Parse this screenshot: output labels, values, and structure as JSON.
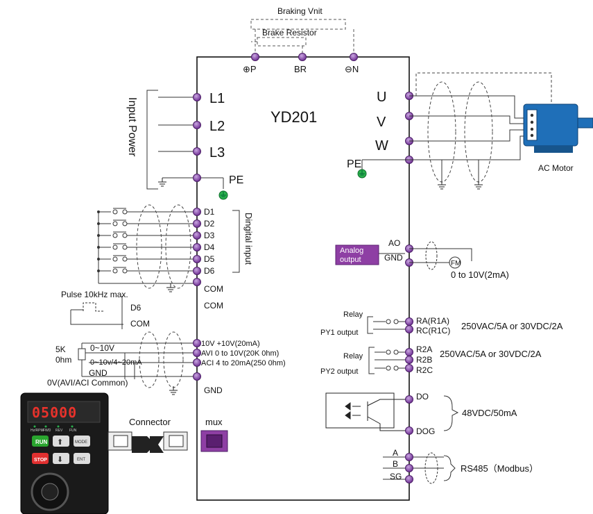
{
  "device": {
    "model": "YD201"
  },
  "braking": {
    "unit": "Braking Vnit",
    "resistor": "Brake Resistor"
  },
  "top_terminals": {
    "p": "⊕P",
    "br": "BR",
    "n": "⊖N"
  },
  "input_power": {
    "label": "Input Power",
    "l1": "L1",
    "l2": "L2",
    "l3": "L3",
    "pe": "PE"
  },
  "output": {
    "u": "U",
    "v": "V",
    "w": "W",
    "pe": "PE",
    "motor": "AC Motor"
  },
  "digital": {
    "label": "Dingital input",
    "terminals": [
      "D1",
      "D2",
      "D3",
      "D4",
      "D5",
      "D6"
    ],
    "com1": "COM",
    "com2": "COM"
  },
  "pulse": {
    "label": "Pulse 10kHz max.",
    "d6": "D6",
    "com": "COM"
  },
  "analog_in": {
    "res": "5K",
    "ohm": "0hm",
    "range1": "0~10V",
    "range2": "0~10v/4~20mA",
    "gnd_label": "GND",
    "common": "0V(AVI/ACI Common)",
    "t10v": "10V +10V(20mA)",
    "avi": "AVI  0 to 10V(20K  0hm)",
    "aci": "ACI  4 to 20mA(250 0hm)",
    "gnd": "GND"
  },
  "analog_out": {
    "box1": "Analog",
    "box2": "output",
    "ao": "AO",
    "gnd": "GND",
    "fm": "FM",
    "range": "0  to 10V(2mA)"
  },
  "relay1": {
    "relay": "Relay",
    "name": "PY1 output",
    "ra": "RA(R1A)",
    "rc": "RC(R1C)",
    "rating": "250VAC/5A or 30VDC/2A"
  },
  "relay2": {
    "relay": "Relay",
    "name": "PY2 output",
    "r2a": "R2A",
    "r2b": "R2B",
    "r2c": "R2C",
    "rating": "250VAC/5A or 30VDC/2A"
  },
  "opto": {
    "do": "DO",
    "dog": "DOG",
    "rating": "48VDC/50mA"
  },
  "rs485": {
    "a": "A",
    "b": "B",
    "sg": "SG",
    "label": "RS485（Modbus）"
  },
  "keypad": {
    "display": "05000",
    "leds": [
      "Hz/RPM",
      "FWD",
      "REV",
      "FUN"
    ],
    "run": "RUN",
    "stop": "STOP",
    "mode": "MODE",
    "ent": "ENT"
  },
  "connector": {
    "label": "Connector"
  },
  "mux": {
    "label": "mux"
  },
  "colors": {
    "terminal": "#8e44ad",
    "analog_box": "#8e3fa4",
    "earth": "#19a34a",
    "run": "#2aa52f",
    "stop": "#e13030",
    "display": "#e8322b"
  }
}
